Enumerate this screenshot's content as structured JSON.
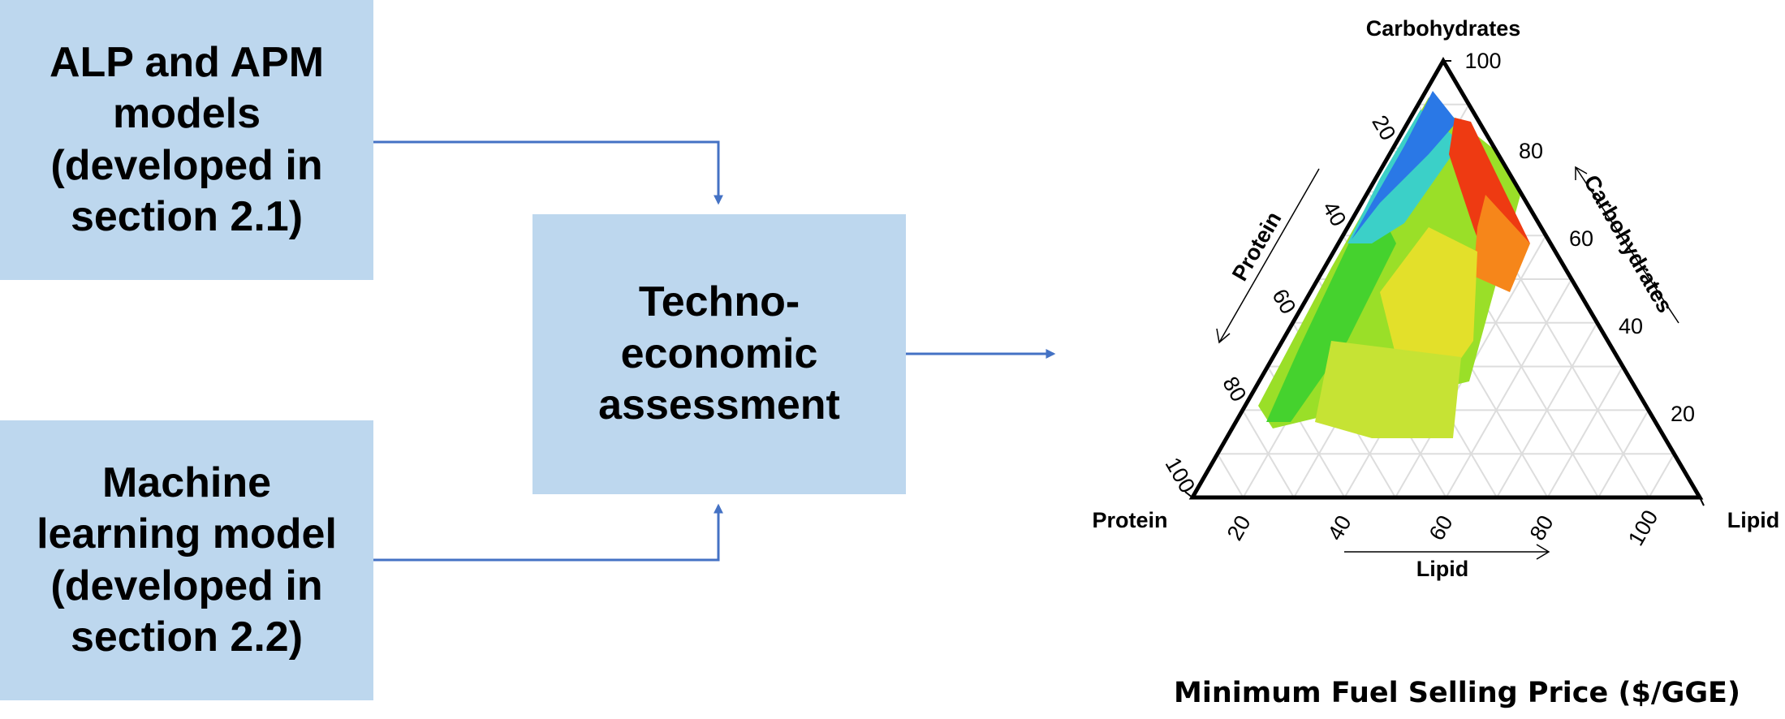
{
  "flow": {
    "alp_box": "ALP and APM\nmodels\n(developed in\nsection 2.1)",
    "ml_box": "Machine\nlearning model\n(developed in\nsection 2.2)",
    "tea_box": "Techno-\neconomic\nassessment"
  },
  "ternary": {
    "vertex_top": "Carbohydrates",
    "vertex_left": "Protein",
    "vertex_right": "Lipid",
    "axis_left_title": "Protein",
    "axis_right_title": "Carbohydrates",
    "axis_bottom_title": "Lipid",
    "left_ticks": [
      "20",
      "40",
      "60",
      "80",
      "100"
    ],
    "right_ticks": [
      "20",
      "40",
      "60",
      "80",
      "100"
    ],
    "bottom_ticks": [
      "20",
      "40",
      "60",
      "80",
      "100"
    ]
  },
  "caption": "Minimum Fuel Selling Price ($/GGE)",
  "colors": {
    "box_fill": "#bdd7ee",
    "connector": "#4472c4"
  }
}
